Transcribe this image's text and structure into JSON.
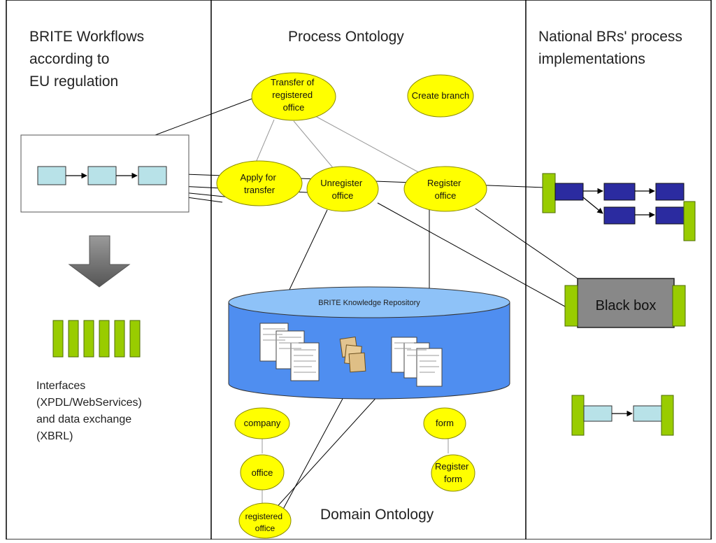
{
  "columns": {
    "left_title": [
      "BRITE Workflows",
      "according to",
      "EU regulation"
    ],
    "middle_title": "Process Ontology",
    "right_title": [
      "National BRs' process",
      "implementations"
    ]
  },
  "process_nodes": {
    "transfer": [
      "Transfer of",
      "registered",
      "office"
    ],
    "create_branch": "Create branch",
    "apply": [
      "Apply for",
      "transfer"
    ],
    "unregister": [
      "Unregister",
      "office"
    ],
    "register": [
      "Register",
      "office"
    ]
  },
  "repository": {
    "label": "BRITE Knowledge Repository"
  },
  "interfaces_text": [
    "Interfaces",
    "(XPDL/WebServices)",
    "and data exchange",
    "(XBRL)"
  ],
  "domain_nodes": {
    "company": "company",
    "office": "office",
    "registered_office": [
      "registered",
      "office"
    ],
    "form": "form",
    "register_form": [
      "Register",
      "form"
    ]
  },
  "domain_ontology_label": "Domain Ontology",
  "black_box_label": "Black box"
}
